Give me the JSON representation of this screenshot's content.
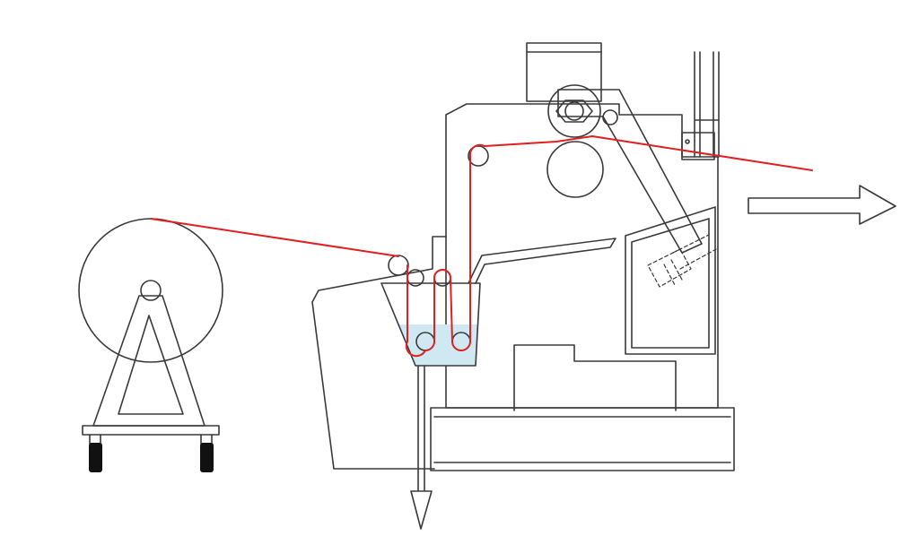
{
  "diagram": {
    "kind": "machine-process-schematic",
    "colors": {
      "outline": "#3a3a3a",
      "web_path": "#e02020",
      "liquid": "#cfe8f2",
      "wheel": "#111111",
      "background": "#ffffff"
    },
    "components": [
      "supply-roll",
      "roll-stand",
      "stand-wheels",
      "dip-tank",
      "squeeze-rollers",
      "machine-frame",
      "motor",
      "knife-holder",
      "exit-guide"
    ],
    "arrows": [
      "output-direction",
      "drain-direction"
    ]
  }
}
